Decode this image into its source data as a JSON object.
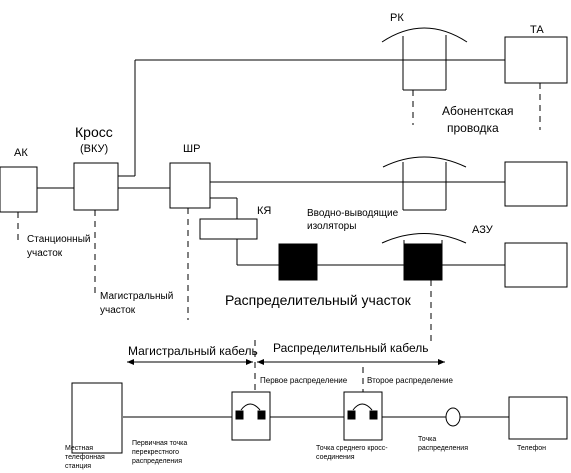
{
  "labels": {
    "ak": "АК",
    "kross": "Кросс",
    "vku": "(ВКУ)",
    "shr": "ШР",
    "rk": "РК",
    "ta": "ТА",
    "kya": "КЯ",
    "azu": "АЗУ",
    "abonent_1": "Абонентская",
    "abonent_2": "проводка",
    "station_1": "Станционный",
    "station_2": "участок",
    "insulators_1": "Вводно-выводящие",
    "insulators_2": "изоляторы",
    "magistral_1": "Магистральный",
    "magistral_2": "участок",
    "distribution_section": "Распределительный участок"
  },
  "lower": {
    "magistral_cable": "Магистральный кабель",
    "distribution_cable": "Распределительный кабель",
    "first_distribution": "Первое распределение",
    "second_distribution": "Второе распределение",
    "local_station_1": "Местная",
    "local_station_2": "телефонная",
    "local_station_3": "станция",
    "primary_point_1": "Первичная точка",
    "primary_point_2": "перекрестного",
    "primary_point_3": "распределения",
    "middle_point_1": "Точка среднего кросс-",
    "middle_point_2": "соединения",
    "distribution_point_1": "Точка",
    "distribution_point_2": "распределения",
    "telephone": "Телефон"
  }
}
